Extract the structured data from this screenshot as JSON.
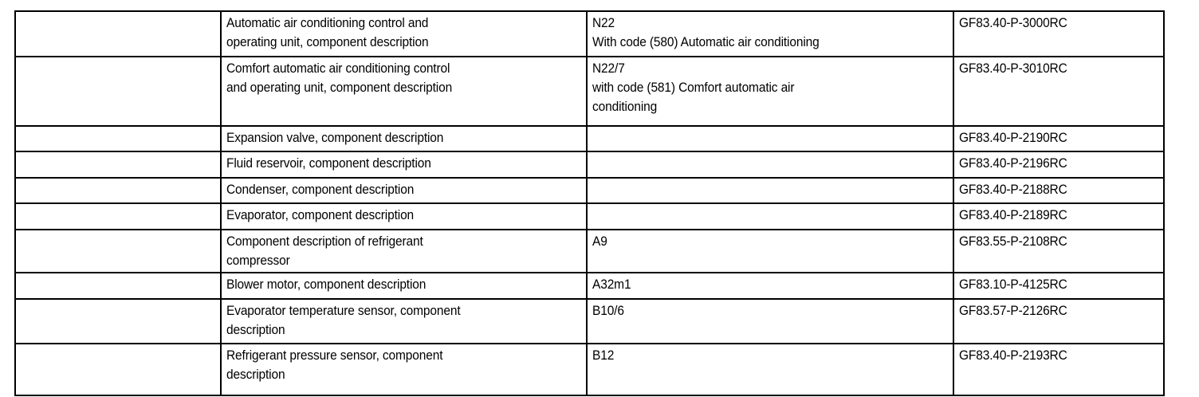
{
  "document": {
    "type": "table",
    "title": "Air conditioning component description reference table",
    "columns": 4,
    "column_headers": [
      "",
      "",
      "",
      ""
    ],
    "border_color": "#000000",
    "background_color": "#ffffff",
    "text_color": "#000000"
  },
  "table": {
    "rows": [
      {
        "col1": "",
        "col2": "Automatic air conditioning control and\noperating unit, component description",
        "col3": "N22\nWith code (580) Automatic air conditioning",
        "col4": "GF83.40-P-3000RC",
        "height_class": "r-h56"
      },
      {
        "col1": "",
        "col2": "Comfort automatic air conditioning control\nand operating unit, component description",
        "col3": "N22/7\nwith code (581) Comfort automatic air\nconditioning",
        "col4": "GF83.40-P-3010RC",
        "height_class": "r-h86"
      },
      {
        "col1": "",
        "col2": "Expansion valve, component description",
        "col3": "",
        "col4": "GF83.40-P-2190RC",
        "height_class": "r-h31"
      },
      {
        "col1": "",
        "col2": "Fluid reservoir, component description",
        "col3": "",
        "col4": "GF83.40-P-2196RC",
        "height_class": "r-h32"
      },
      {
        "col1": "",
        "col2": "Condenser, component description",
        "col3": "",
        "col4": "GF83.40-P-2188RC",
        "height_class": "r-h31"
      },
      {
        "col1": "",
        "col2": "Evaporator, component description",
        "col3": "",
        "col4": "GF83.40-P-2189RC",
        "height_class": "r-h32"
      },
      {
        "col1": "",
        "col2": "Component description of refrigerant\ncompressor",
        "col3": "A9",
        "col4": "GF83.55-P-2108RC",
        "height_class": "r-h53"
      },
      {
        "col1": "",
        "col2": "Blower motor, component description",
        "col3": "A32m1",
        "col4": "GF83.10-P-4125RC",
        "height_class": "r-h32"
      },
      {
        "col1": "",
        "col2": "Evaporator temperature sensor, component\ndescription",
        "col3": "B10/6",
        "col4": "GF83.57-P-2126RC",
        "height_class": "r-h55"
      },
      {
        "col1": "",
        "col2": "Refrigerant pressure sensor, component\ndescription",
        "col3": "B12",
        "col4": "GF83.40-P-2193RC",
        "height_class": "r-h64"
      }
    ]
  }
}
